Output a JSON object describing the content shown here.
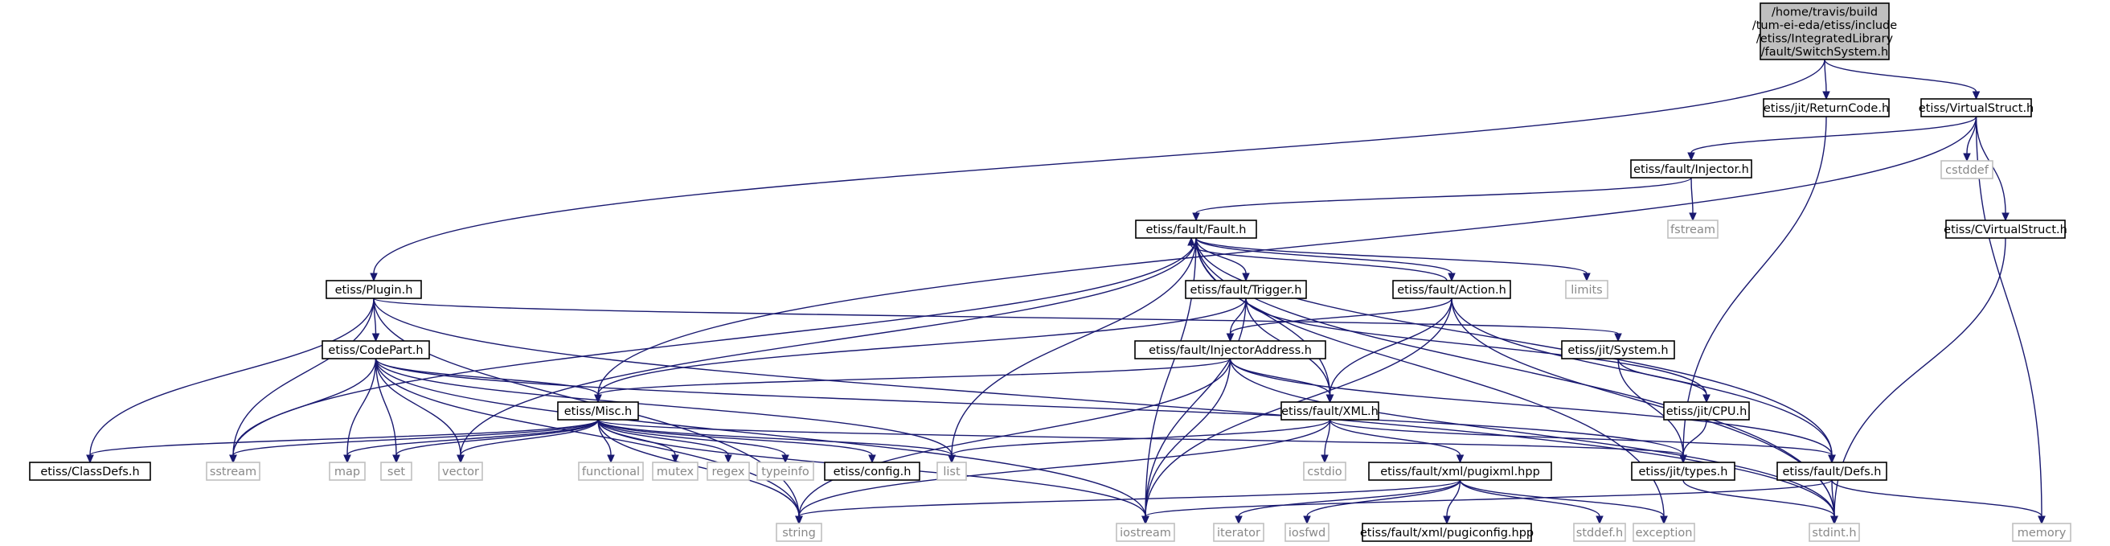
{
  "graph": {
    "root": {
      "lines": [
        "/home/travis/build",
        "/tum-ei-eda/etiss/include",
        "/etiss/IntegratedLibrary",
        "/fault/SwitchSystem.h"
      ]
    },
    "nodes": {
      "plugin": "etiss/Plugin.h",
      "returncode": "etiss/jit/ReturnCode.h",
      "virtualstruct": "etiss/VirtualStruct.h",
      "injector": "etiss/fault/Injector.h",
      "cstddef": "cstddef",
      "cvirtualstruct": "etiss/CVirtualStruct.h",
      "fstream": "fstream",
      "fault": "etiss/fault/Fault.h",
      "limits": "limits",
      "trigger": "etiss/fault/Trigger.h",
      "action": "etiss/fault/Action.h",
      "codepart": "etiss/CodePart.h",
      "injectoraddress": "etiss/fault/InjectorAddress.h",
      "system": "etiss/jit/System.h",
      "misc": "etiss/Misc.h",
      "xml": "etiss/fault/XML.h",
      "cpu": "etiss/jit/CPU.h",
      "classdefs": "etiss/ClassDefs.h",
      "sstream": "sstream",
      "map": "map",
      "set": "set",
      "vector": "vector",
      "functional": "functional",
      "mutex": "mutex",
      "regex": "regex",
      "typeinfo": "typeinfo",
      "config": "etiss/config.h",
      "list": "list",
      "cstdio": "cstdio",
      "pugixml": "etiss/fault/xml/pugixml.hpp",
      "types": "etiss/jit/types.h",
      "defs": "etiss/fault/Defs.h",
      "string": "string",
      "iostream": "iostream",
      "iterator": "iterator",
      "iosfwd": "iosfwd",
      "pugiconfig": "etiss/fault/xml/pugiconfig.hpp",
      "stddef": "stddef.h",
      "exception": "exception",
      "stdint": "stdint.h",
      "memory": "memory"
    },
    "edges": [
      [
        "root",
        "plugin"
      ],
      [
        "root",
        "returncode"
      ],
      [
        "root",
        "virtualstruct"
      ],
      [
        "returncode",
        "types"
      ],
      [
        "virtualstruct",
        "injector"
      ],
      [
        "virtualstruct",
        "cstddef"
      ],
      [
        "virtualstruct",
        "cvirtualstruct"
      ],
      [
        "virtualstruct",
        "memory"
      ],
      [
        "virtualstruct",
        "misc"
      ],
      [
        "injector",
        "fault"
      ],
      [
        "injector",
        "fstream"
      ],
      [
        "cvirtualstruct",
        "stdint"
      ],
      [
        "fault",
        "action"
      ],
      [
        "fault",
        "limits"
      ],
      [
        "fault",
        "trigger"
      ],
      [
        "fault",
        "sstream"
      ],
      [
        "fault",
        "vector"
      ],
      [
        "fault",
        "list"
      ],
      [
        "fault",
        "iostream"
      ],
      [
        "fault",
        "xml"
      ],
      [
        "fault",
        "defs"
      ],
      [
        "fault",
        "exception"
      ],
      [
        "fault",
        "stdint"
      ],
      [
        "action",
        "fault"
      ],
      [
        "action",
        "injectoraddress"
      ],
      [
        "action",
        "xml"
      ],
      [
        "action",
        "defs"
      ],
      [
        "action",
        "iostream"
      ],
      [
        "action",
        "stdint"
      ],
      [
        "trigger",
        "injectoraddress"
      ],
      [
        "trigger",
        "misc"
      ],
      [
        "trigger",
        "xml"
      ],
      [
        "trigger",
        "cpu"
      ],
      [
        "trigger",
        "iostream"
      ],
      [
        "plugin",
        "codepart"
      ],
      [
        "plugin",
        "system"
      ],
      [
        "plugin",
        "classdefs"
      ],
      [
        "plugin",
        "sstream"
      ],
      [
        "plugin",
        "string"
      ],
      [
        "plugin",
        "stdint"
      ],
      [
        "codepart",
        "misc"
      ],
      [
        "codepart",
        "sstream"
      ],
      [
        "codepart",
        "map"
      ],
      [
        "codepart",
        "set"
      ],
      [
        "codepart",
        "vector"
      ],
      [
        "codepart",
        "list"
      ],
      [
        "codepart",
        "string"
      ],
      [
        "codepart",
        "iostream"
      ],
      [
        "codepart",
        "types"
      ],
      [
        "injectoraddress",
        "misc"
      ],
      [
        "injectoraddress",
        "xml"
      ],
      [
        "injectoraddress",
        "defs"
      ],
      [
        "injectoraddress",
        "string"
      ],
      [
        "injectoraddress",
        "iostream"
      ],
      [
        "injectoraddress",
        "stdint"
      ],
      [
        "system",
        "cpu"
      ],
      [
        "system",
        "types"
      ],
      [
        "cpu",
        "types"
      ],
      [
        "misc",
        "classdefs"
      ],
      [
        "misc",
        "sstream"
      ],
      [
        "misc",
        "map"
      ],
      [
        "misc",
        "set"
      ],
      [
        "misc",
        "vector"
      ],
      [
        "misc",
        "functional"
      ],
      [
        "misc",
        "mutex"
      ],
      [
        "misc",
        "regex"
      ],
      [
        "misc",
        "typeinfo"
      ],
      [
        "misc",
        "config"
      ],
      [
        "misc",
        "list"
      ],
      [
        "misc",
        "types"
      ],
      [
        "misc",
        "string"
      ],
      [
        "misc",
        "iostream"
      ],
      [
        "xml",
        "list"
      ],
      [
        "xml",
        "cstdio"
      ],
      [
        "xml",
        "pugixml"
      ],
      [
        "xml",
        "defs"
      ],
      [
        "xml",
        "string"
      ],
      [
        "pugixml",
        "string"
      ],
      [
        "pugixml",
        "iterator"
      ],
      [
        "pugixml",
        "iosfwd"
      ],
      [
        "pugixml",
        "pugiconfig"
      ],
      [
        "pugixml",
        "stddef"
      ],
      [
        "pugixml",
        "exception"
      ],
      [
        "types",
        "stdint"
      ],
      [
        "defs",
        "iostream"
      ],
      [
        "defs",
        "stdint"
      ],
      [
        "defs",
        "memory"
      ]
    ],
    "colors": {
      "edge": "#191970",
      "root_fill": "#bfbfbf",
      "box": "#000000",
      "ext_box": "#bfbfbf",
      "ext_text": "#888888"
    }
  }
}
